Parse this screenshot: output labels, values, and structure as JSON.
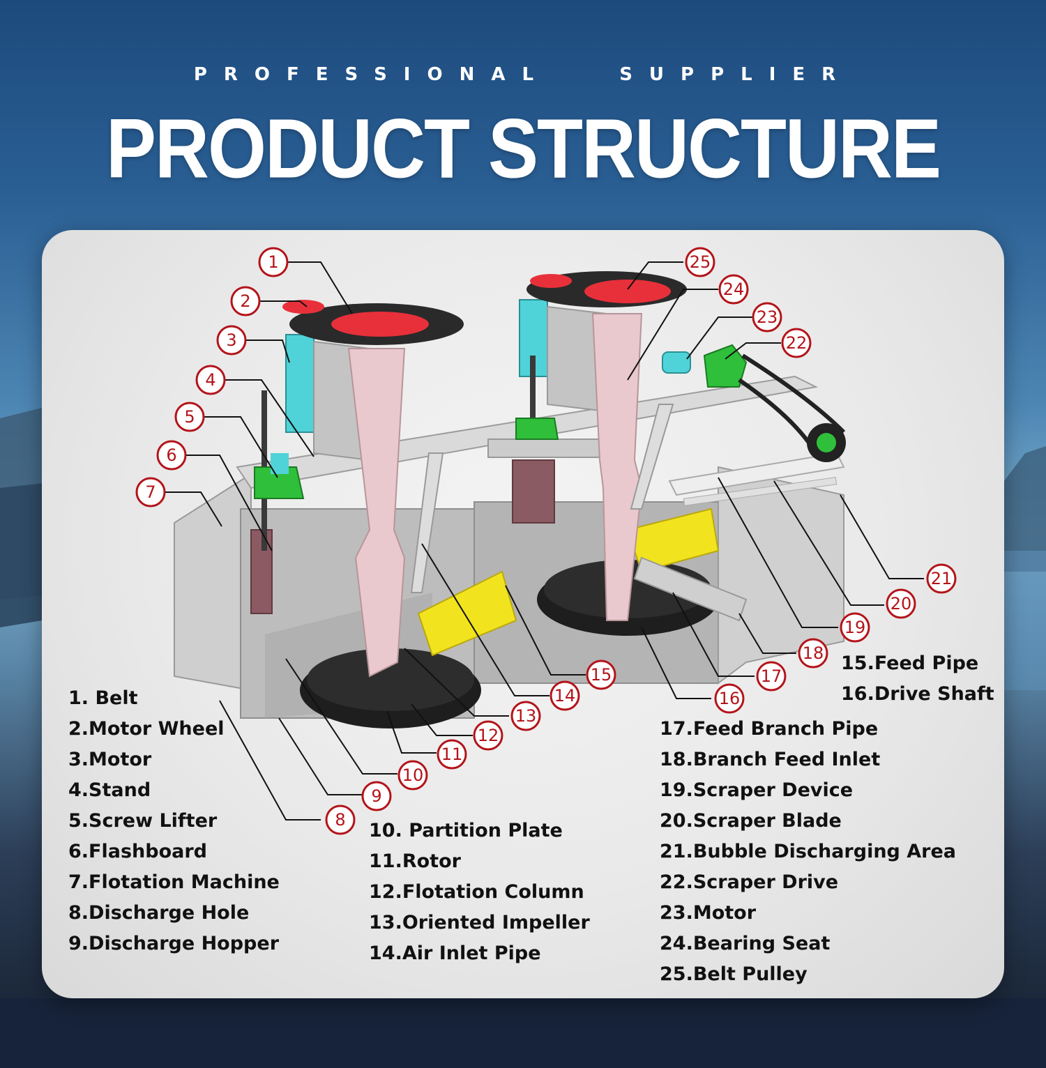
{
  "header": {
    "eyebrow": "PROFESSIONAL   SUPPLIER",
    "title": "PRODUCT STRUCTURE"
  },
  "colors": {
    "callout_red": "#b3141a",
    "pulley_red": "#e8303a",
    "motor_cyan": "#4fd3d8",
    "frame_gray": "#c9c9c9",
    "column_pink": "#e9c9cd",
    "feed_yellow": "#f2e31f",
    "drive_green": "#2fbf3a"
  },
  "callouts": [
    "1",
    "2",
    "3",
    "4",
    "5",
    "6",
    "7",
    "8",
    "9",
    "10",
    "11",
    "12",
    "13",
    "14",
    "15",
    "16",
    "17",
    "18",
    "19",
    "20",
    "21",
    "22",
    "23",
    "24",
    "25"
  ],
  "legend": {
    "col_a": [
      "1. Belt",
      "2.Motor Wheel",
      "3.Motor",
      "4.Stand",
      "5.Screw Lifter",
      "6.Flashboard",
      "7.Flotation Machine",
      "8.Discharge Hole",
      "9.Discharge Hopper"
    ],
    "col_b": [
      "10. Partition Plate",
      "11.Rotor",
      "12.Flotation Column",
      "13.Oriented Impeller",
      "14.Air Inlet Pipe"
    ],
    "col_c": [
      "17.Feed Branch Pipe",
      "18.Branch Feed Inlet",
      "19.Scraper Device",
      "20.Scraper Blade",
      "21.Bubble Discharging Area",
      "22.Scraper Drive",
      "23.Motor",
      "24.Bearing Seat",
      "25.Belt Pulley"
    ],
    "col_d": [
      "15.Feed Pipe",
      "16.Drive Shaft"
    ]
  }
}
